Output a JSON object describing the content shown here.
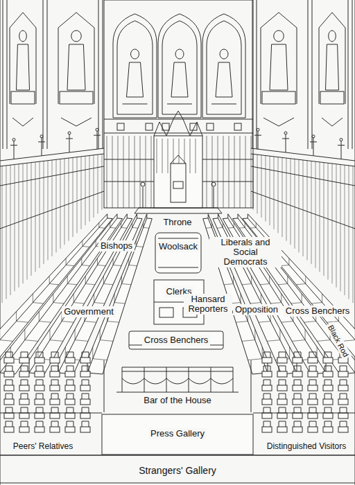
{
  "diagram": {
    "labels": [
      "Throne",
      "Bishops",
      "Woolsack",
      "Liberals and Social Democrats",
      "Clerks",
      "Government",
      "Hansard Reporters",
      "Opposition",
      "Cross Benchers",
      "Black Rod",
      "Cross Benchers",
      "Bar of the House",
      "Press Gallery",
      "Peers' Relatives",
      "Distinguished Visitors",
      "Strangers' Gallery"
    ]
  }
}
